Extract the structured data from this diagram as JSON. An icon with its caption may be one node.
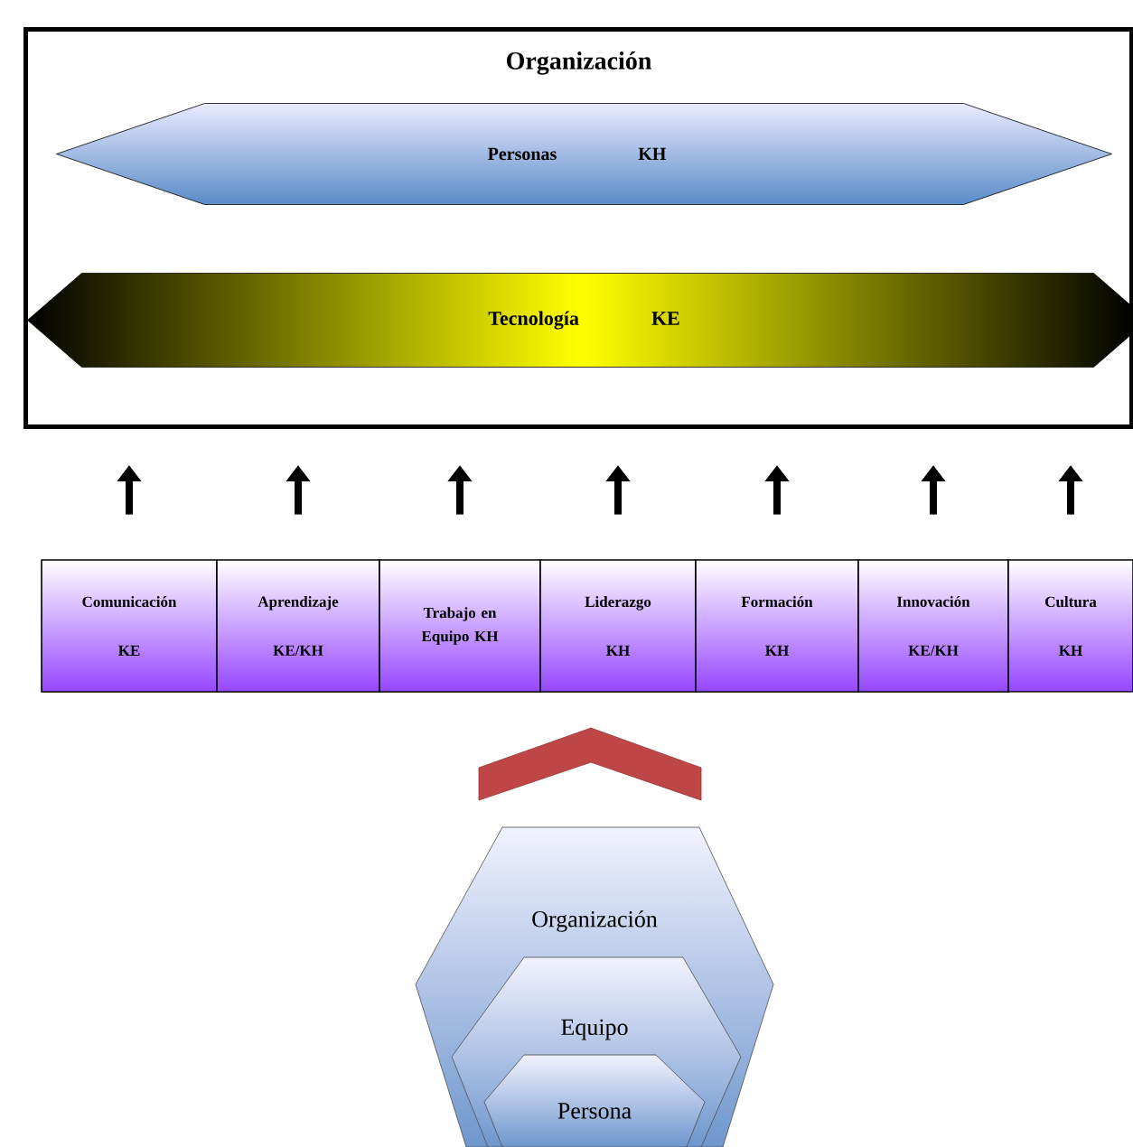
{
  "diagram": {
    "nodes": [
      {
        "text": [
          "Organización"
        ]
      },
      {
        "text": [
          "Personas",
          "KH"
        ],
        "in": 0
      },
      {
        "text": [
          "Tecnología",
          "KE"
        ],
        "in": 0
      },
      {
        "text": [
          "Comunicación",
          "KE"
        ]
      },
      {
        "text": [
          "Aprendizaje",
          "KE/KH"
        ]
      },
      {
        "text": [
          "Trabajo en Equipo KH"
        ]
      },
      {
        "text": [
          "Liderazgo",
          "KH"
        ]
      },
      {
        "text": [
          "Formación",
          "KH"
        ]
      },
      {
        "text": [
          "Innovación",
          "KE/KH"
        ]
      },
      {
        "text": [
          "Cultura",
          "KH"
        ]
      },
      {
        "text": [
          "Organización"
        ]
      },
      {
        "text": [
          "Equipo"
        ],
        "in": 10
      },
      {
        "text": [
          "Persona"
        ],
        "in": 11
      }
    ],
    "edges": [
      {
        "from": 3,
        "to": 0,
        "arrow": "to"
      },
      {
        "from": 4,
        "to": 0,
        "arrow": "to"
      },
      {
        "from": 5,
        "to": 0,
        "arrow": "to"
      },
      {
        "from": 6,
        "to": 0,
        "arrow": "to"
      },
      {
        "from": 7,
        "to": 0,
        "arrow": "to"
      },
      {
        "from": 8,
        "to": 0,
        "arrow": "to"
      },
      {
        "from": 9,
        "to": 0,
        "arrow": "to"
      }
    ]
  }
}
